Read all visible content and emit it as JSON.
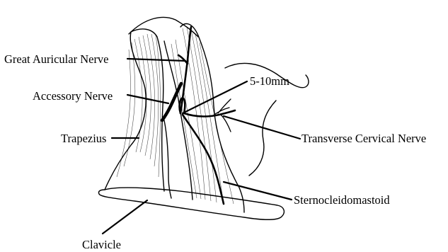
{
  "labels": {
    "great_auricular_nerve": "Great Auricular Nerve",
    "accessory_nerve": "Accessory Nerve",
    "trapezius": "Trapezius",
    "distance": "5-10mm",
    "transverse_cervical_nerve": "Transverse Cervical Nerve",
    "sternocleidomastoid": "Sternocleidomastoid",
    "clavicle": "Clavicle"
  },
  "colors": {
    "ink": "#000000",
    "background": "#ffffff"
  }
}
